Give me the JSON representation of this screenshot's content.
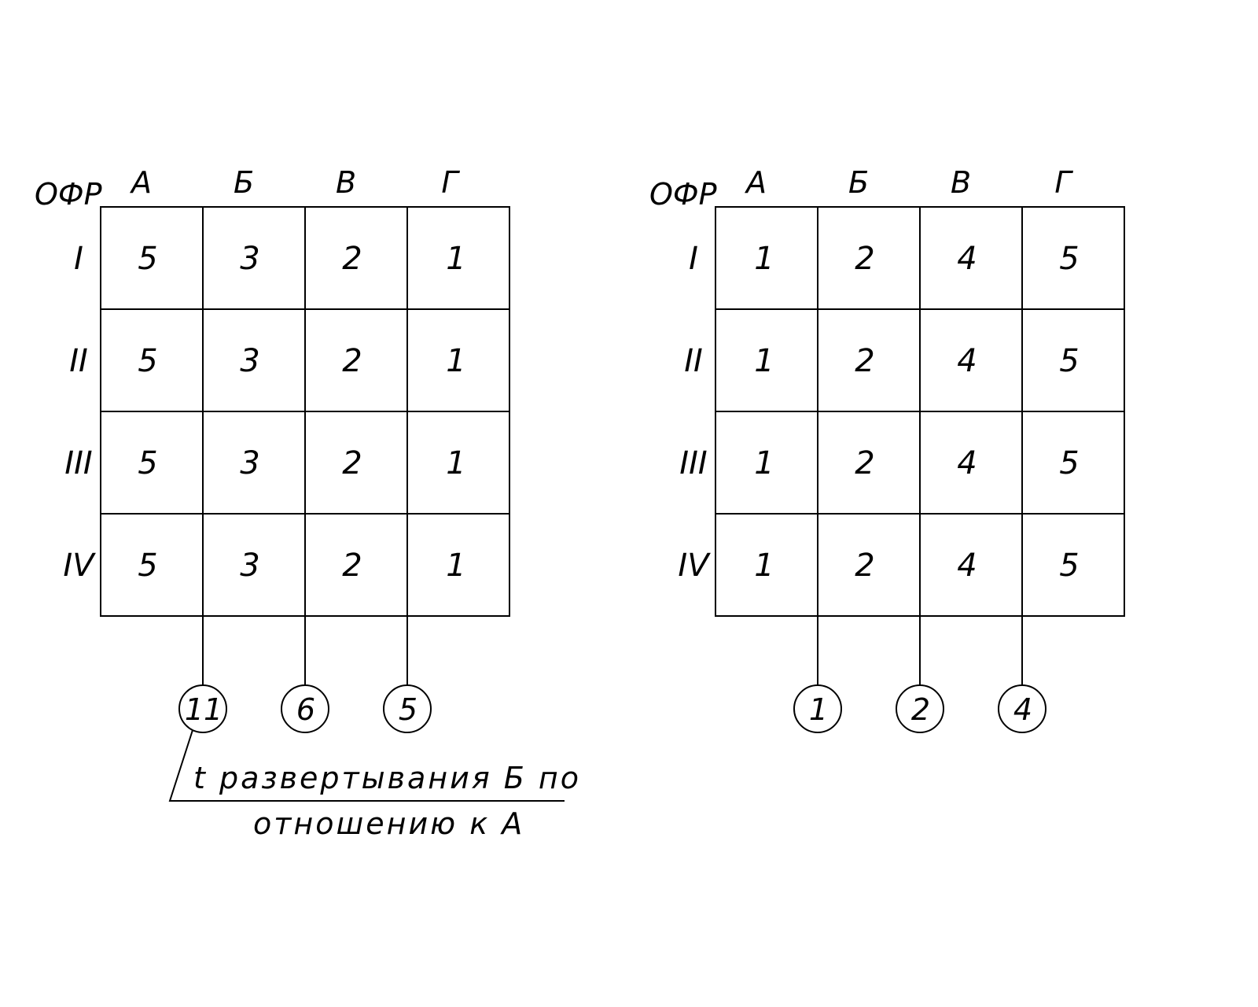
{
  "colors": {
    "ink": "#000000",
    "paper": "#ffffff"
  },
  "tables": [
    {
      "corner_label": "ОФР",
      "columns": [
        "А",
        "Б",
        "В",
        "Г"
      ],
      "rows": [
        "I",
        "II",
        "III",
        "IV"
      ],
      "cells": [
        [
          "5",
          "3",
          "2",
          "1"
        ],
        [
          "5",
          "3",
          "2",
          "1"
        ],
        [
          "5",
          "3",
          "2",
          "1"
        ],
        [
          "5",
          "3",
          "2",
          "1"
        ]
      ],
      "shifts": [
        "11",
        "6",
        "5"
      ],
      "note_line1": "t  развертывания Б по",
      "note_line2": "отношению  к  А"
    },
    {
      "corner_label": "ОФР",
      "columns": [
        "А",
        "Б",
        "В",
        "Г"
      ],
      "rows": [
        "I",
        "II",
        "III",
        "IV"
      ],
      "cells": [
        [
          "1",
          "2",
          "4",
          "5"
        ],
        [
          "1",
          "2",
          "4",
          "5"
        ],
        [
          "1",
          "2",
          "4",
          "5"
        ],
        [
          "1",
          "2",
          "4",
          "5"
        ]
      ],
      "shifts": [
        "1",
        "2",
        "4"
      ]
    }
  ]
}
